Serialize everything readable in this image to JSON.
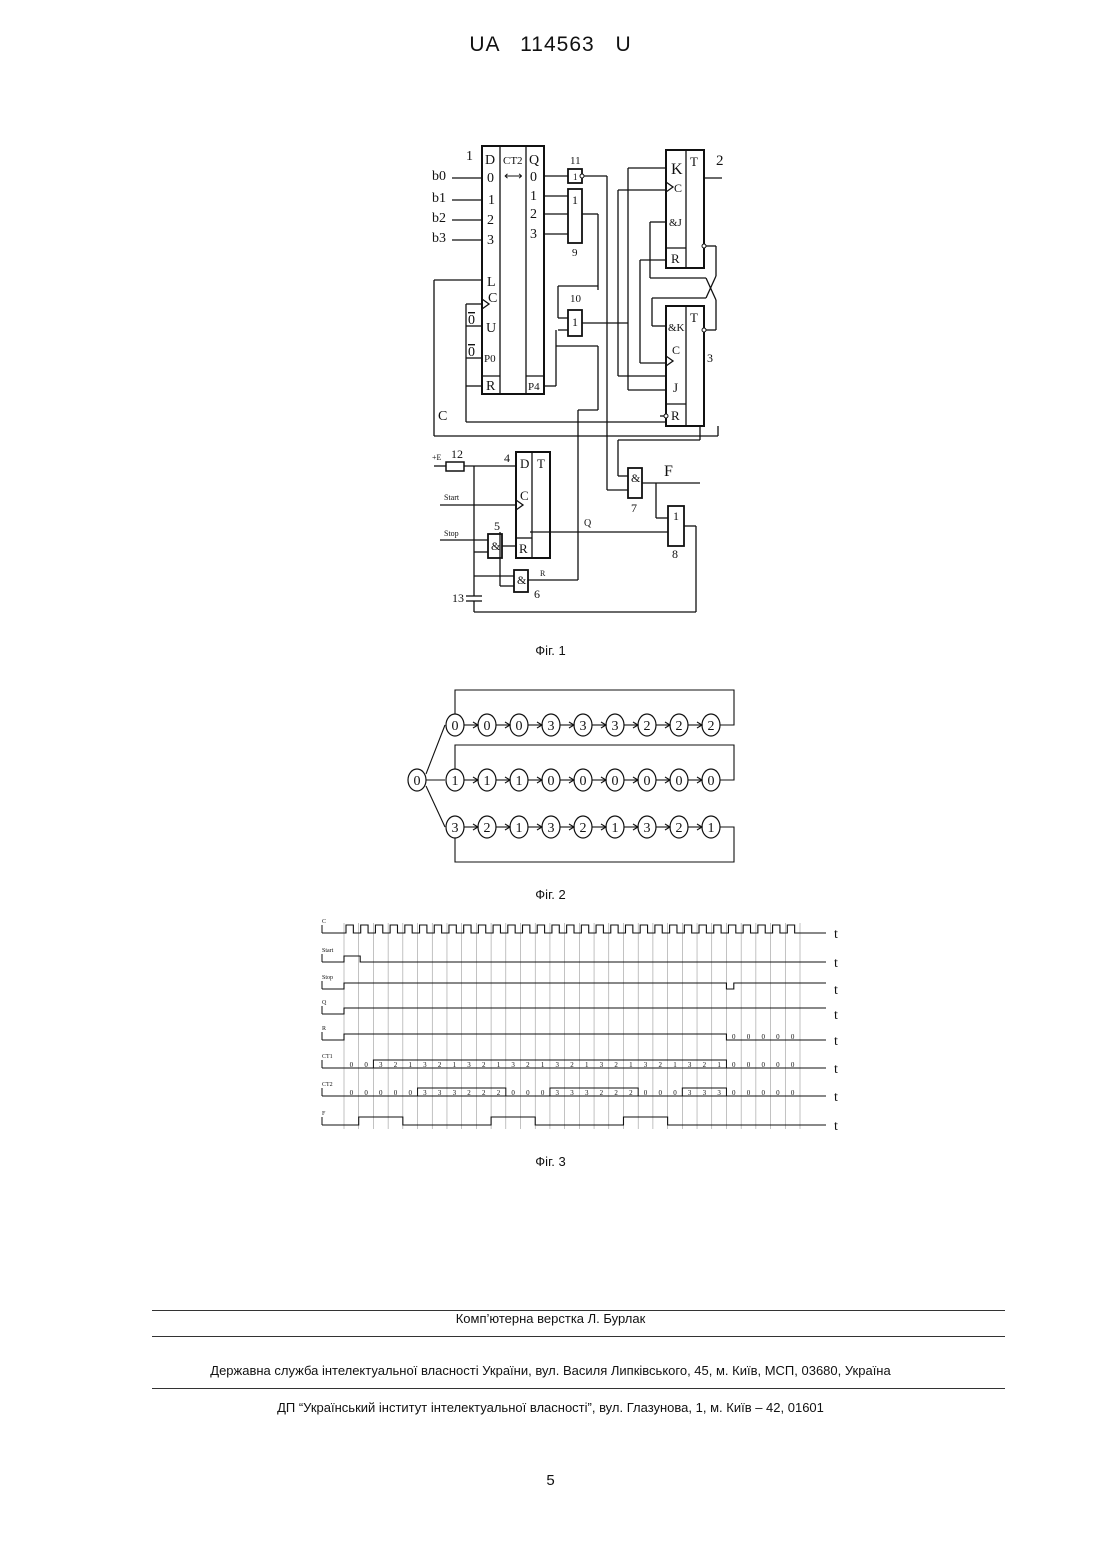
{
  "header": {
    "doc_number": "UA   114563   U"
  },
  "figure1": {
    "caption": "Фіг. 1",
    "counter": {
      "number": "1",
      "col_d": "D",
      "title": "CT2",
      "dir": "⟷",
      "col_q": "Q",
      "inputs": [
        "0",
        "1",
        "2",
        "3"
      ],
      "outputs": [
        "0",
        "1",
        "2",
        "3"
      ],
      "pins": [
        "L",
        "C",
        "U",
        "P0",
        "R"
      ],
      "p4": "P4"
    },
    "b_inputs": [
      "b0",
      "b1",
      "b2",
      "b3"
    ],
    "zero_labels": [
      "0",
      "0"
    ],
    "c_label": "C",
    "ff2": {
      "number": "2",
      "pins": [
        "K",
        "C",
        "&J",
        "R"
      ],
      "t": "T"
    },
    "ff3": {
      "number": "3",
      "pins": [
        "&K",
        "C",
        "J",
        "R"
      ],
      "t": "T"
    },
    "gate9": {
      "number": "9",
      "sym": "1"
    },
    "gate10": {
      "number": "10",
      "sym": "1"
    },
    "gate11": {
      "number": "11",
      "sym": "1"
    },
    "dff4": {
      "number": "4",
      "pins": [
        "D",
        "C",
        "R"
      ],
      "t": "T"
    },
    "gate5": {
      "number": "5",
      "sym": "&"
    },
    "gate6": {
      "number": "6",
      "sym": "&"
    },
    "gate7": {
      "number": "7",
      "sym": "&"
    },
    "gate8": {
      "number": "8",
      "sym": "1"
    },
    "resistor": "12",
    "capacitor": "13",
    "plus_e": "+E",
    "start": "Start",
    "stop": "Stop",
    "q_label": "Q",
    "r_label": "R",
    "f_label": "F"
  },
  "figure2": {
    "caption": "Фіг. 2",
    "start_state": "0",
    "rows": [
      [
        "0",
        "0",
        "0",
        "3",
        "3",
        "3",
        "2",
        "2",
        "2"
      ],
      [
        "1",
        "1",
        "1",
        "0",
        "0",
        "0",
        "0",
        "0",
        "0"
      ],
      [
        "3",
        "2",
        "1",
        "3",
        "2",
        "1",
        "3",
        "2",
        "1"
      ]
    ]
  },
  "figure3": {
    "caption": "Фіг. 3",
    "axis_label": "t",
    "signals": [
      "C",
      "Start",
      "Stop",
      "Q",
      "R",
      "CT1",
      "CT2",
      "F"
    ],
    "ct1_values": [
      "0",
      "0",
      "3",
      "2",
      "1",
      "3",
      "2",
      "1",
      "3",
      "2",
      "1",
      "3",
      "2",
      "1",
      "3",
      "2",
      "1",
      "3",
      "2",
      "1",
      "3",
      "2",
      "1",
      "3",
      "2",
      "1",
      "0",
      "0",
      "0",
      "0",
      "0"
    ],
    "ct2_values": [
      "0",
      "0",
      "0",
      "0",
      "0",
      "3",
      "3",
      "3",
      "2",
      "2",
      "2",
      "0",
      "0",
      "0",
      "3",
      "3",
      "3",
      "2",
      "2",
      "2",
      "0",
      "0",
      "0",
      "3",
      "3",
      "3",
      "0",
      "0",
      "0",
      "0",
      "0"
    ],
    "r_values": [
      "0",
      "0",
      "0",
      "0",
      "0"
    ]
  },
  "footer": {
    "line1": "Комп’ютерна верстка Л. Бурлак",
    "line2": "Державна служба інтелектуальної власності України, вул. Василя Липківського, 45, м. Київ, МСП, 03680, Україна",
    "line3": "ДП “Український інститут інтелектуальної власності”, вул. Глазунова, 1, м. Київ – 42, 01601"
  },
  "page_number": "5"
}
